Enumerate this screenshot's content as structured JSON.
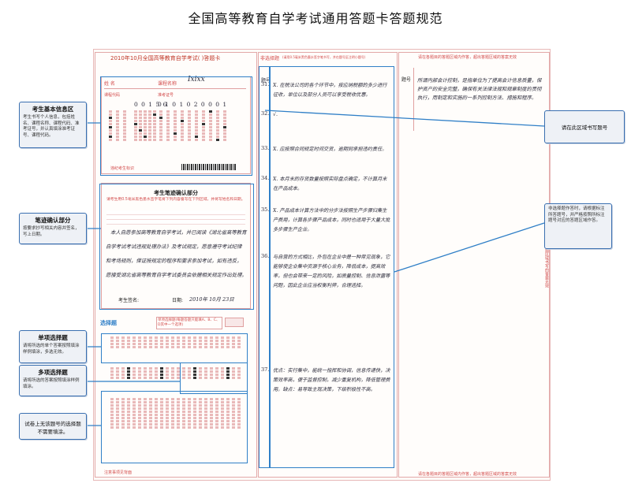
{
  "page": {
    "title": "全国高等教育自学考试通用答题卡答题规范"
  },
  "sheet": {
    "header": "2010年10月全国高等教育自学考试(  )答题卡",
    "fields": {
      "name_label": "姓 名",
      "course_name_label": "课程名称",
      "course_name_value": "Ixixx",
      "exam_no_label": "准考证号",
      "course_code_label": "课程代码",
      "exam_no_value": "0 1 0 1 0 2 0 0 0 1",
      "course_code_value": "0 0 1 5 6",
      "violation_label": "违纪考生标识"
    },
    "confirm": {
      "title": "考生笔迹确认部分",
      "instruction": "请考生用0.5毫米黑色墨水签字笔将下列内容誊写在下列区域，并将写姓名和日期。",
      "handwriting_lines": [
        "本人自愿参加高等教育自学考试，并已阅读《湖北省高等教育",
        "自学考试考试违规处理办法》及考试规定，愿意遵守考试纪律",
        "和考场规则，保证按规定的程序和要求参加考试，如有违反，",
        "愿接受湖北省高等教育自学考试委员会依据相关规定作出处理。"
      ],
      "signature_label": "考生签名:",
      "date_label": "日期:",
      "date_value": "2010年  10月  23日"
    },
    "choice": {
      "title": "选择题",
      "subtitle": "单项选择题(每题答题只能填A、B、C、D其中一个选项)"
    },
    "footer_note": "注意事项见背面"
  },
  "non_choice": {
    "header": "非选择题",
    "header_note": "(请用0.5毫米黑色墨水签字笔书写，并在题号区注明小题号)",
    "col_label": "题号",
    "entries": [
      {
        "num": "31.",
        "text": "X. 在税法公司的各个环节中，按应纳税额的多少进行征收，单位以及部分人员可以享受税收优惠。"
      },
      {
        "num": "32.",
        "text": "√."
      },
      {
        "num": "33.",
        "text": "X. 应按照合同规定时间交货，逾期则承担违约责任。"
      },
      {
        "num": "34.",
        "text": "X. 本月末的存货数量按照实际盘点确定，不计算月末在产品成本。"
      },
      {
        "num": "35.",
        "text": "X. 产品成本计算方法中的分步法按照生产步骤归集生产费用，计算各步骤产品成本，同时也适用于大量大批多步骤生产企业。"
      },
      {
        "num": "36.",
        "text": "与自营的方式相比，外包在企业中是一种常见现象，它能够使企业集中资源于核心业务，降低成本，提高效率，但也会带来一定的风险，如质量控制、信息泄露等问题，因此企业应当权衡利弊，合理选择。"
      },
      {
        "num": "37.",
        "text": "优点：实行集中，能统一指挥和协调，信息传递快，决策效率高，便于监督控制，减少重复机构，降低管理费用。缺点：易导致主观决策，下级积极性不高。"
      }
    ]
  },
  "right_panel": {
    "header_note": "请在各题目的答题区域内作答，超出答题区域的答案无效",
    "col_label": "题号",
    "answer_text": "所谓内部会计控制，是指单位为了提高会计信息质量，保护资产的安全完整，确保有关法律法规和规章制度的贯彻执行，而制定和实施的一系列控制方法、措施和程序。",
    "side_note": "超出答题区域书写的答案无效",
    "footer_note": "请在各题目的答题区域内作答，超出答题区域的答案无效"
  },
  "callouts": [
    {
      "title": "考生基本信息区",
      "text": "考生书写个人信息，包括姓名、课程名称、课程代码、准考证号，并认真填涂准考证号、课程代码。"
    },
    {
      "title": "笔迹确认部分",
      "text": "按要求抄写相关内容并签名，写上日期。"
    },
    {
      "title": "单项选择题",
      "text": "请将所选的单个答案按照填涂样例填涂，多选无效。"
    },
    {
      "title": "多项选择题",
      "text": "请将所选的答案按照填涂样例填涂。"
    },
    {
      "title": "",
      "text": "试卷上无该题号的选择题不需要填涂。"
    },
    {
      "title": "",
      "text": "请在此区域书写题号"
    },
    {
      "title": "",
      "text": "非选择题作答时，请根据标注所答题号，并严格按照所标注题号对应的答题区域作答。"
    }
  ],
  "colors": {
    "accent_blue": "#2f7fc7",
    "sheet_red": "#d24a4a",
    "callout_bg": "#eef1f6"
  }
}
